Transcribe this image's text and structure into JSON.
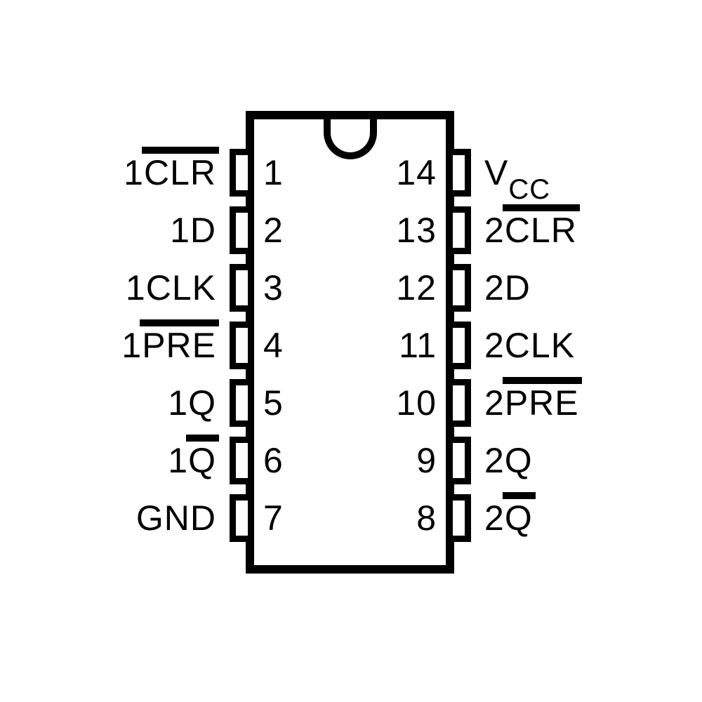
{
  "diagram": {
    "background_color": "#ffffff",
    "line_color": "#000000",
    "text_color": "#000000",
    "left_pins": [
      {
        "number": "1",
        "segments": [
          {
            "text": "1"
          },
          {
            "text": "CLR",
            "overline": true
          }
        ]
      },
      {
        "number": "2",
        "segments": [
          {
            "text": "1D"
          }
        ]
      },
      {
        "number": "3",
        "segments": [
          {
            "text": "1CLK"
          }
        ]
      },
      {
        "number": "4",
        "segments": [
          {
            "text": "1"
          },
          {
            "text": "PRE",
            "overline": true
          }
        ]
      },
      {
        "number": "5",
        "segments": [
          {
            "text": "1Q"
          }
        ]
      },
      {
        "number": "6",
        "segments": [
          {
            "text": "1"
          },
          {
            "text": "Q",
            "overline": true
          }
        ]
      },
      {
        "number": "7",
        "segments": [
          {
            "text": "GND"
          }
        ]
      }
    ],
    "right_pins": [
      {
        "number": "14",
        "segments": [
          {
            "text": "V"
          },
          {
            "text": "CC",
            "subscript": true
          }
        ]
      },
      {
        "number": "13",
        "segments": [
          {
            "text": "2"
          },
          {
            "text": "CLR",
            "overline": true
          }
        ]
      },
      {
        "number": "12",
        "segments": [
          {
            "text": "2D"
          }
        ]
      },
      {
        "number": "11",
        "segments": [
          {
            "text": "2CLK"
          }
        ]
      },
      {
        "number": "10",
        "segments": [
          {
            "text": "2"
          },
          {
            "text": "PRE",
            "overline": true
          }
        ]
      },
      {
        "number": "9",
        "segments": [
          {
            "text": "2Q"
          }
        ]
      },
      {
        "number": "8",
        "segments": [
          {
            "text": "2"
          },
          {
            "text": "Q",
            "overline": true
          }
        ]
      }
    ]
  }
}
